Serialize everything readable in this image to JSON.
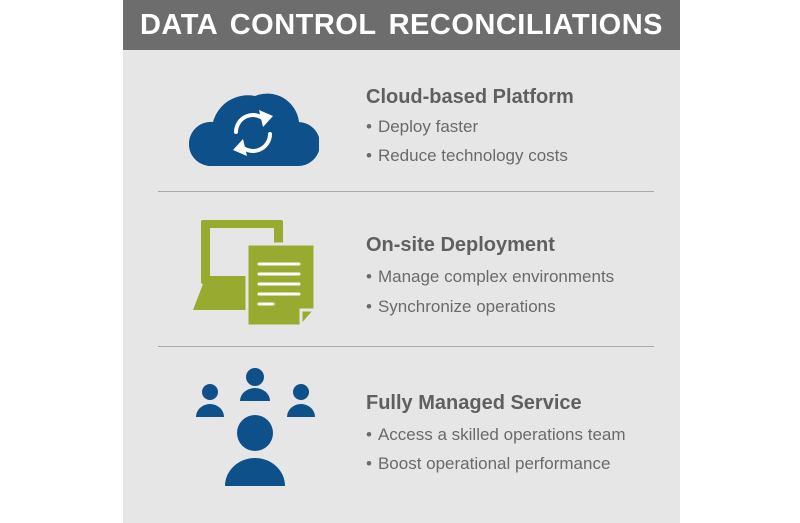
{
  "header": {
    "title": "DATA CONTROL RECONCILIATIONS"
  },
  "sections": [
    {
      "icon": "cloud-sync-icon",
      "title": "Cloud-based Platform",
      "bullets": [
        "Deploy faster",
        "Reduce technology costs"
      ]
    },
    {
      "icon": "laptop-document-icon",
      "title": "On-site Deployment",
      "bullets": [
        "Manage complex environments",
        "Synchronize operations"
      ]
    },
    {
      "icon": "team-people-icon",
      "title": "Fully Managed Service",
      "bullets": [
        "Access a skilled operations team",
        "Boost operational performance"
      ]
    }
  ],
  "bullet_marker": "•",
  "colors": {
    "header_bg": "#6d6d6d",
    "panel_bg": "#e7e6e7",
    "blue": "#0e5089",
    "green": "#98ab30",
    "text": "#5f5f5f"
  }
}
